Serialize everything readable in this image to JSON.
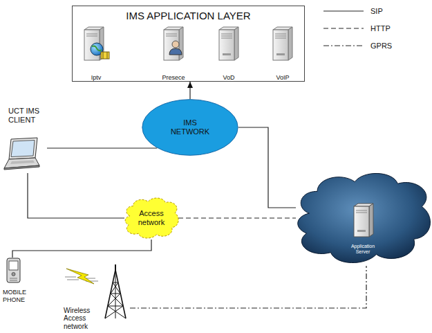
{
  "diagram": {
    "nodes": [
      {
        "text": [
          "IMS APPLICATION LAYER"
        ]
      },
      {
        "text": [
          "Iptv"
        ],
        "in": 0
      },
      {
        "text": [
          "Presece"
        ],
        "in": 0
      },
      {
        "text": [
          "VoD"
        ],
        "in": 0
      },
      {
        "text": [
          "VoIP"
        ],
        "in": 0
      },
      {
        "text": [
          "UCT IMS CLIENT"
        ]
      },
      {
        "text": [
          "IMS NETWORK"
        ]
      },
      {
        "text": [
          "Application Server"
        ]
      },
      {
        "text": [
          "Access network"
        ]
      },
      {
        "text": [
          "MOBILE PHONE"
        ]
      },
      {
        "text": [
          "Wireless Access network"
        ]
      }
    ],
    "edges": [
      {
        "from": 6,
        "to": 0,
        "arrow": "to"
      },
      {
        "from": 5,
        "to": 6,
        "arrow": "none"
      },
      {
        "from": 6,
        "to": 7,
        "arrow": "none"
      },
      {
        "from": 5,
        "to": 8,
        "arrow": "none"
      },
      {
        "from": 8,
        "to": 7,
        "arrow": "none"
      },
      {
        "from": 8,
        "to": 9,
        "arrow": "none"
      },
      {
        "from": 10,
        "to": 7,
        "arrow": "none"
      }
    ],
    "legend": [
      {
        "text": "SIP"
      },
      {
        "text": "HTTP"
      },
      {
        "text": "GPRS"
      }
    ]
  }
}
